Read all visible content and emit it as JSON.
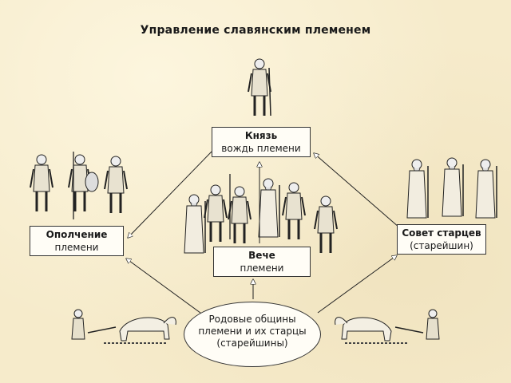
{
  "title": "Управление славянским племенем",
  "nodes": {
    "prince": {
      "line1": "Князь",
      "line2": "вождь племени"
    },
    "militia": {
      "line1": "Ополчение",
      "line2": "племени"
    },
    "veche": {
      "line1": "Вече",
      "line2": "племени"
    },
    "council": {
      "line1": "Совет старцев",
      "line2": "(старейшин)"
    },
    "communities": {
      "line1": "Родовые общины",
      "line2": "племени и их старцы",
      "line3": "(старейшины)"
    }
  },
  "colors": {
    "paper": "#f6ebcb",
    "ink": "#1a1a1a",
    "box": "#fffdf6"
  }
}
